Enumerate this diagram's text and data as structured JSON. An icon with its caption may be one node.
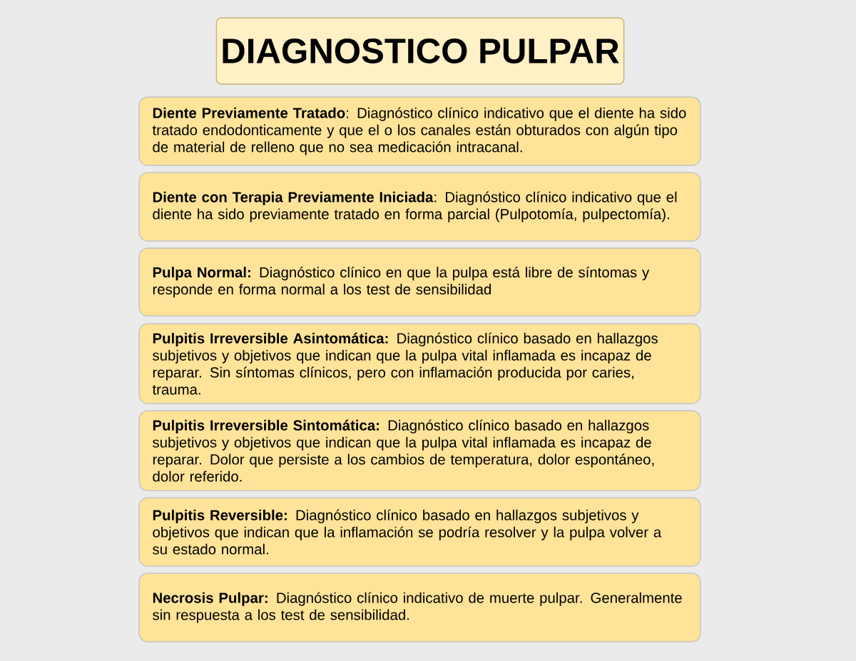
{
  "diagram": {
    "title": "DIAGNOSTICO PULPAR",
    "nodes": [
      {
        "text": [
          "**Diente Previamente Tratado**: Diagnóstico clínico indicativo que el diente ha sido tratado endodonticamente y que el o los canales están obturados con algún tipo de material de relleno que no sea medicación intracanal."
        ]
      },
      {
        "text": [
          "**Diente con Terapia Previamente Iniciada**: Diagnóstico clínico indicativo que el diente ha sido previamente tratado en forma parcial (Pulpotomía, pulpectomía)."
        ]
      },
      {
        "text": [
          "**Pulpa Normal:** Diagnóstico clínico en que la pulpa está libre de síntomas y responde en forma normal a los test de sensibilidad"
        ]
      },
      {
        "text": [
          "**Pulpitis Irreversible Asintomática:** Diagnóstico clínico basado en hallazgos subjetivos y objetivos que indican que la pulpa vital inflamada es incapaz de reparar. Sin síntomas clínicos, pero con inflamación producida por caries, trauma."
        ]
      },
      {
        "text": [
          "**Pulpitis Irreversible Sintomática:** Diagnóstico clínico basado en hallazgos subjetivos y objetivos que indican que la pulpa vital inflamada es incapaz de reparar. Dolor que persiste a los cambios de temperatura, dolor espontáneo, dolor referido."
        ]
      },
      {
        "text": [
          "**Pulpitis Reversible:** Diagnóstico clínico basado en hallazgos subjetivos y objetivos que indican que la inflamación se podría resolver y la pulpa volver a su estado normal."
        ]
      },
      {
        "text": [
          "**Necrosis Pulpar:** Diagnóstico clínico indicativo de muerte pulpar. Generalmente sin respuesta a los test de sensibilidad."
        ]
      }
    ]
  }
}
